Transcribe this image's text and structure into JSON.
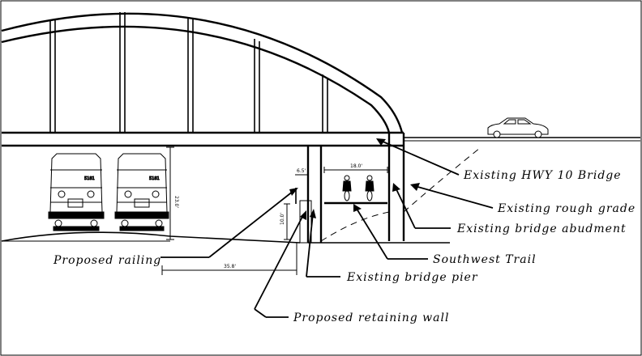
{
  "labels": {
    "hwy_bridge": "Existing HWY 10 Bridge",
    "rough_grade": "Existing rough grade",
    "abutment": "Existing bridge abudment",
    "trail": "Southwest Trail",
    "railing": "Proposed railing",
    "pier": "Existing bridge pier",
    "retaining_wall": "Proposed retaining wall"
  },
  "dimensions": {
    "railing_offset": "6.5'",
    "trail_width": "18.0'",
    "rail_clearance": "23.0'",
    "wall_height": "10.0'",
    "track_offset": "35.8'"
  },
  "railcars": {
    "car1_number": "5181",
    "car2_number": "5181"
  }
}
